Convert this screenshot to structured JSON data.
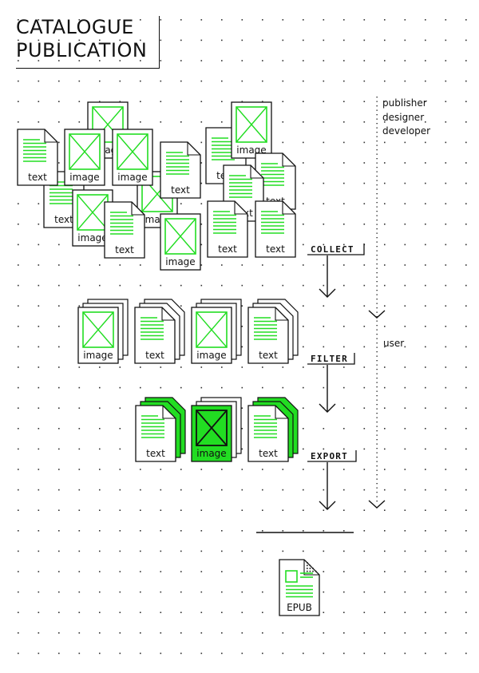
{
  "title": {
    "line1": "CATALOGUE",
    "line2": "PUBLICATION"
  },
  "roles": {
    "top": [
      "publisher",
      "designer",
      "developer"
    ],
    "bottom": "user"
  },
  "steps": {
    "collect": "COLLECT",
    "filter": "FILTER",
    "export": "EXPORT"
  },
  "labels": {
    "text": "text",
    "image": "image",
    "epub": "EPUB"
  },
  "colors": {
    "accent": "#22dd22",
    "ink": "#111111",
    "paper": "#ffffff",
    "dot": "#333333"
  }
}
